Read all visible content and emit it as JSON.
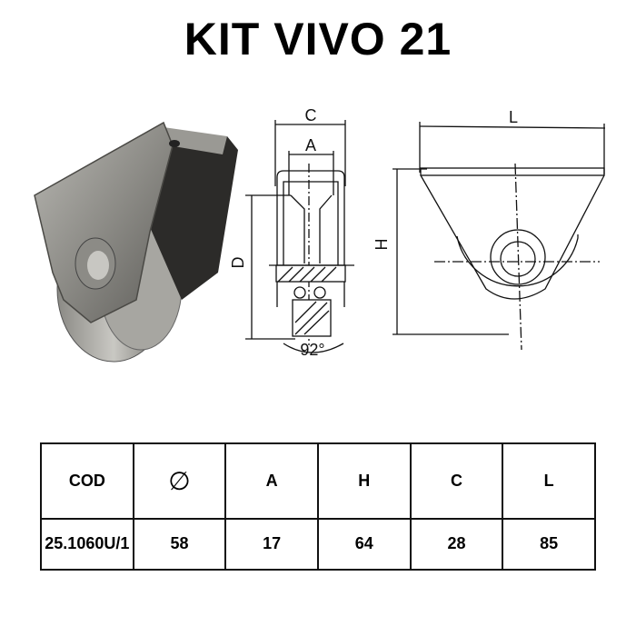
{
  "title": "KIT VIVO 21",
  "drawing_labels": {
    "C": "C",
    "A": "A",
    "D": "D",
    "H": "H",
    "L": "L",
    "angle": "92°"
  },
  "table": {
    "headers": [
      "COD",
      "∅",
      "A",
      "H",
      "C",
      "L"
    ],
    "rows": [
      [
        "25.1060U/1",
        "58",
        "17",
        "64",
        "28",
        "85"
      ]
    ]
  }
}
